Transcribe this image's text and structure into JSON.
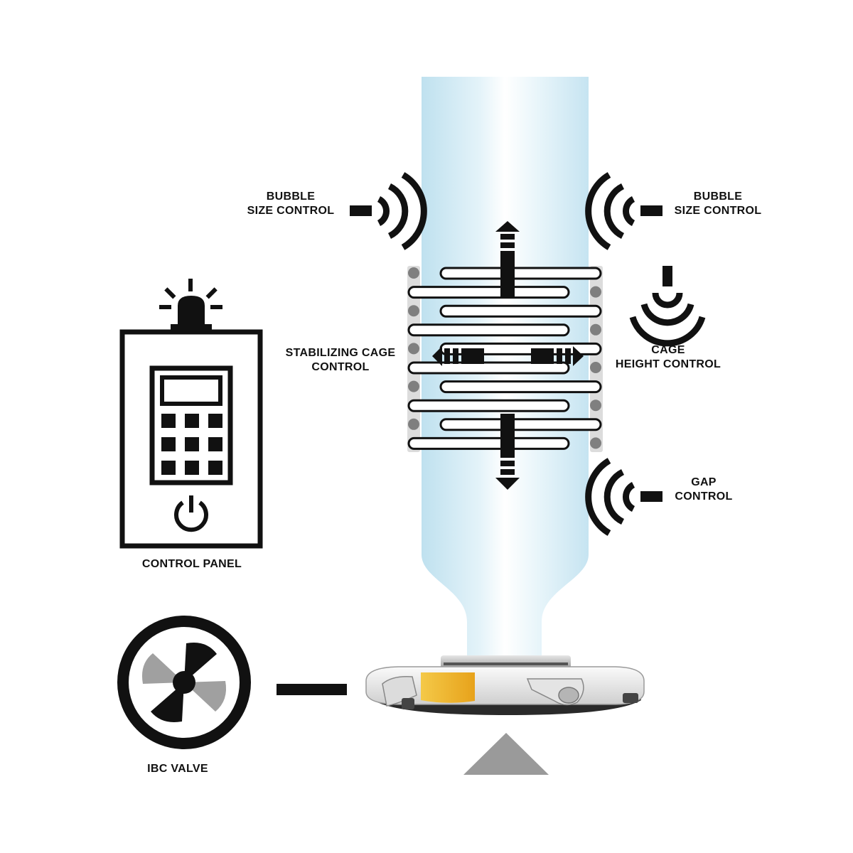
{
  "colors": {
    "ink": "#111111",
    "film_light": "#c9e6f2",
    "film_white": "#ffffff",
    "cage_roller": "#7f7f7f",
    "die_yellow": "#f0b52c",
    "triangle_gray": "#9a9a9a"
  },
  "labels": {
    "bubble_size_left": [
      "BUBBLE",
      "SIZE CONTROL"
    ],
    "bubble_size_right": [
      "BUBBLE",
      "SIZE CONTROL"
    ],
    "stabilizing_cage": [
      "STABILIZING CAGE",
      "CONTROL"
    ],
    "cage_height": [
      "CAGE",
      "HEIGHT CONTROL"
    ],
    "gap_control": [
      "GAP",
      "CONTROL"
    ],
    "control_panel": "CONTROL PANEL",
    "ibc_valve": "IBC VALVE"
  },
  "icons": [
    "film-bubble",
    "stabilizing-cage",
    "extrusion-die",
    "control-panel-icon",
    "beacon-icon",
    "power-icon",
    "ibc-valve-icon",
    "sensor-wave-icon",
    "up-arrow-icon"
  ]
}
